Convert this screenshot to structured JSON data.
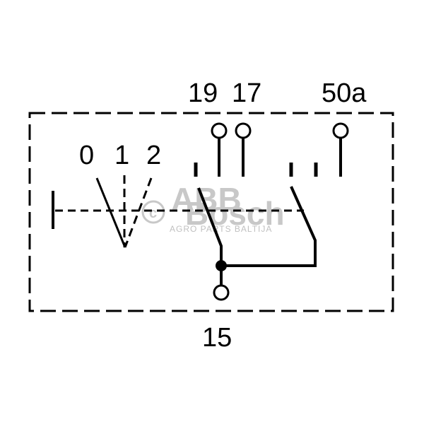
{
  "diagram": {
    "terminals": {
      "t19": "19",
      "t17": "17",
      "t50a": "50a",
      "t15": "15"
    },
    "positions": {
      "p0": "0",
      "p1": "1",
      "p2": "2"
    },
    "watermark": {
      "logo": "ABB",
      "brand": "Bosch",
      "tagline": "AGRO PARTS BALTIJA"
    }
  }
}
